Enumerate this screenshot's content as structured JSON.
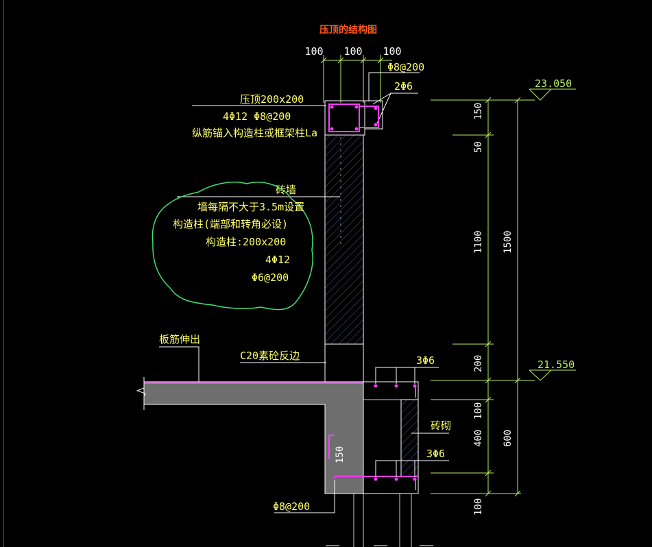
{
  "title": "压顶的结构图",
  "top_dims": [
    "100",
    "100",
    "100"
  ],
  "labels": {
    "rebar_8_200_top": "Φ8@200",
    "rebar_2_6": "2Φ6",
    "coping": "压顶200x200",
    "coping_rebar": "4Φ12  Φ8@200",
    "anchorage": "纵筋锚入构造柱或框架柱La",
    "brick_wall": "砖墙",
    "note_line1": "墙每隔不大于3.5m设置",
    "note_line2": "构造柱(端部和转角必设)",
    "note_line3": "构造柱:200x200",
    "note_line4": "4Φ12",
    "note_line5": "Φ6@200",
    "slab_rebar": "板筋伸出",
    "curb": "C20素砼反边",
    "rebar_3_6_top": "3Φ6",
    "brick_masonry": "砖砌",
    "rebar_3_6_bottom": "3Φ6",
    "rebar_8_200_bottom": "Φ8@200",
    "dim_150_lower": "150"
  },
  "right_dims": {
    "d150": "150",
    "d50": "50",
    "d1100": "1100",
    "d1500": "1500",
    "d200": "200",
    "d100a": "100",
    "d400": "400",
    "d600": "600",
    "d100b": "100"
  },
  "elevations": {
    "top": "23.050",
    "mid": "21.550"
  },
  "colors": {
    "background": "#000000",
    "line_white": "#ffffff",
    "dim_green": "#b8f060",
    "text_yellow": "#ffff66",
    "title_orange": "#ff5a1a",
    "rebar_magenta": "#ff3cff",
    "concrete_gray": "#6e6e6e",
    "cloud_green": "#40e070",
    "hatch_blue": "#5a6aa0"
  }
}
